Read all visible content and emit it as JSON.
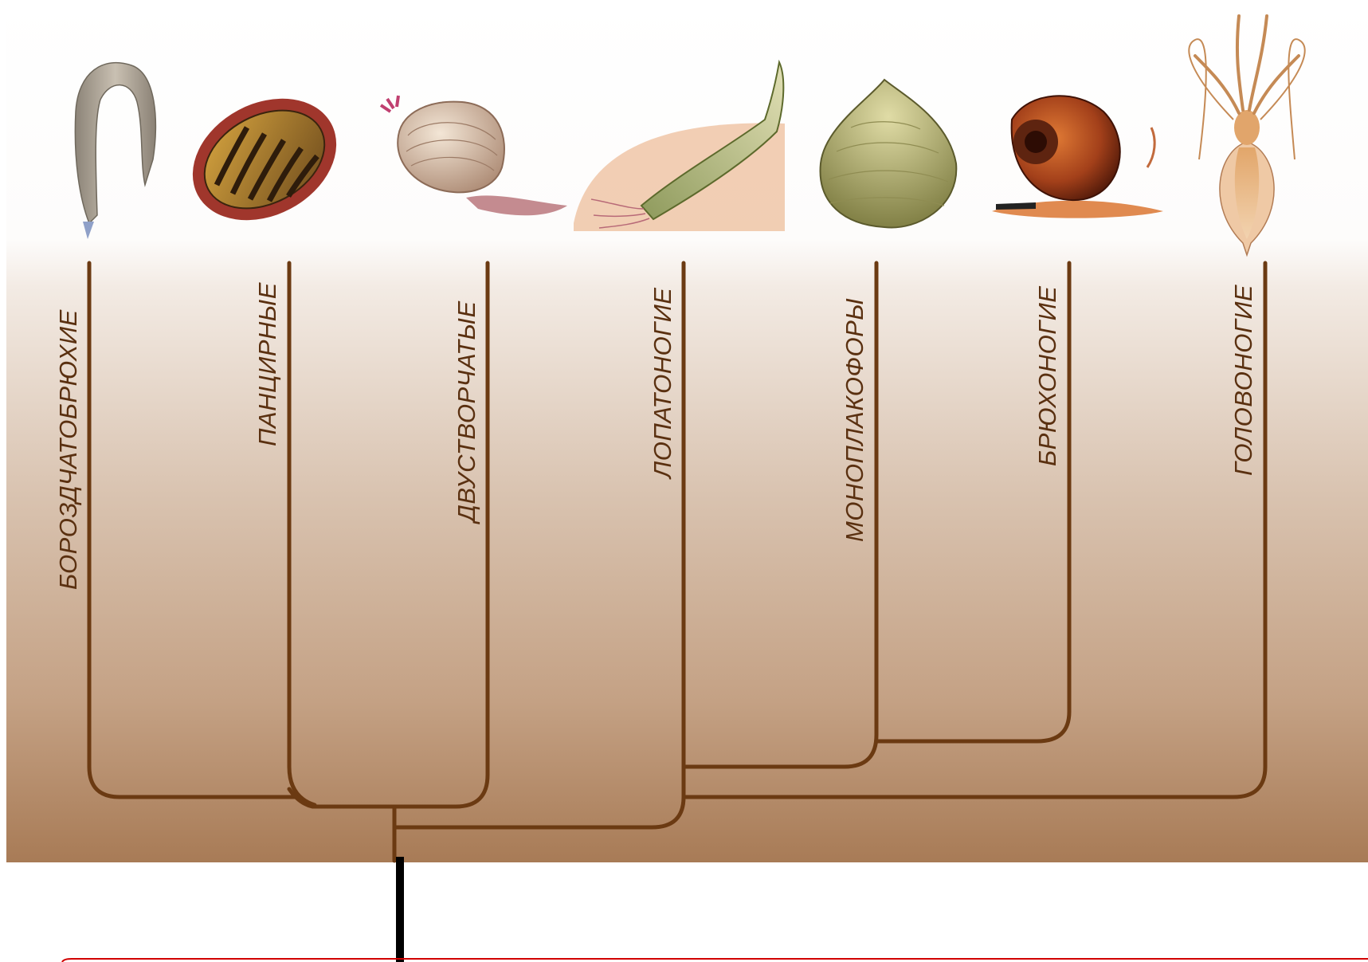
{
  "diagram": {
    "groups": [
      {
        "id": "borozdchatobryukhie",
        "label": "БОРОЗДЧАТОБРЮХИЕ"
      },
      {
        "id": "pantsirnye",
        "label": "ПАНЦИРНЫЕ"
      },
      {
        "id": "dvustvorchatye",
        "label": "ДВУСТВОРЧАТЫЕ"
      },
      {
        "id": "lopatonogie",
        "label": "ЛОПАТОНОГИЕ"
      },
      {
        "id": "monoplakofory",
        "label": "МОНОПЛАКОФОРЫ"
      },
      {
        "id": "bryukhonogie",
        "label": "БРЮХОНОГИЕ"
      },
      {
        "id": "golovonogie",
        "label": "ГОЛОВОНОГИЕ"
      }
    ],
    "colors": {
      "branch": "#6b3a12",
      "label": "#5a3010",
      "root": "#000000",
      "baseline": "#d10000"
    },
    "illustrations": [
      "solenogaster-illustration",
      "chiton-illustration",
      "bivalve-illustration",
      "tusk-shell-illustration",
      "monoplacophoran-illustration",
      "snail-illustration",
      "squid-illustration"
    ]
  }
}
